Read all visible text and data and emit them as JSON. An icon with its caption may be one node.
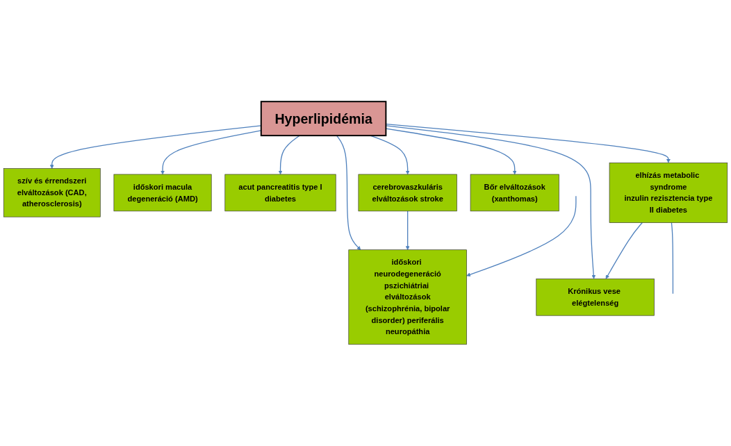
{
  "diagram": {
    "nodes": [
      {
        "text": [
          "Hyperlipidémia"
        ]
      },
      {
        "text": [
          "szív és érrendszeri elváltozások (CAD, atherosclerosis)"
        ]
      },
      {
        "text": [
          "időskori macula degeneráció (AMD)"
        ]
      },
      {
        "text": [
          "acut pancreatitis type I diabetes"
        ]
      },
      {
        "text": [
          "cerebrovaszkuláris elváltozások stroke"
        ]
      },
      {
        "text": [
          "elhízás metabolic syndrome inzulin rezisztencia type II diabetes"
        ]
      },
      {
        "text": [
          "időskori neurodegeneráció pszichiátriai elváltozások (schizophrénia, bipolar disorder) periferális neuropáthia"
        ]
      },
      {
        "text": [
          "Bőr elváltozások (xanthomas)"
        ]
      },
      {
        "text": [
          "Krónikus vese elégtelenség"
        ]
      }
    ],
    "edges": [
      {
        "from": 0,
        "to": 1,
        "arrow": "to"
      },
      {
        "from": 0,
        "to": 2,
        "arrow": "to"
      },
      {
        "from": 0,
        "to": 3,
        "arrow": "to"
      },
      {
        "from": 0,
        "to": 4,
        "arrow": "to"
      },
      {
        "from": 0,
        "to": 5,
        "arrow": "to"
      },
      {
        "from": 0,
        "to": 6,
        "arrow": "to"
      },
      {
        "from": 0,
        "to": 7,
        "arrow": "to"
      },
      {
        "from": 0,
        "to": 8,
        "arrow": "to"
      },
      {
        "from": 4,
        "to": 6,
        "arrow": "to"
      },
      {
        "from": 5,
        "to": 8,
        "arrow": "to"
      },
      {
        "from": 5,
        "to": null,
        "arrow": "none"
      },
      {
        "from": null,
        "to": 6,
        "arrow": "to"
      }
    ]
  }
}
